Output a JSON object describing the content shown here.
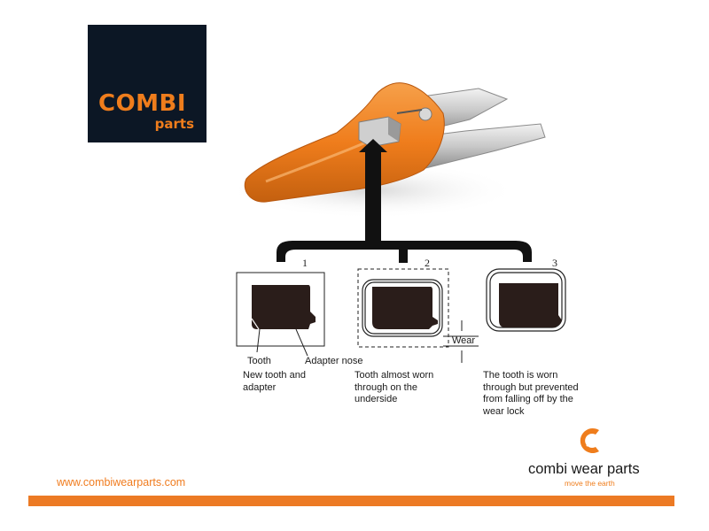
{
  "logo": {
    "main": "COMBI",
    "sub": "parts"
  },
  "diagram": {
    "stages": [
      {
        "number": "1",
        "caption_lines": [
          "New tooth and",
          "adapter"
        ]
      },
      {
        "number": "2",
        "caption_lines": [
          "Tooth almost worn",
          "through on the",
          "underside"
        ]
      },
      {
        "number": "3",
        "caption_lines": [
          "The tooth is worn",
          "through but prevented",
          "from falling off by the",
          "wear lock"
        ]
      }
    ],
    "labels": {
      "tooth": "Tooth",
      "adapter_nose": "Adapter nose",
      "wear": "Wear"
    }
  },
  "footer": {
    "url": "www.combiwearparts.com",
    "brand_name": "combi wear parts",
    "tagline": "move the earth"
  },
  "colors": {
    "orange": "#ec7a24",
    "navy": "#0c1725",
    "dark_shape": "#2a1d1a"
  }
}
